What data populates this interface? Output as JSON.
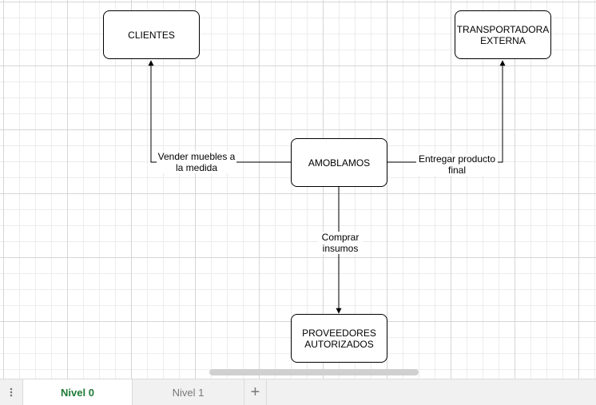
{
  "diagram": {
    "nodes": {
      "clientes": "CLIENTES",
      "transportadora": "TRANSPORTADORA\nEXTERNA",
      "amoblamos": "AMOBLAMOS",
      "proveedores": "PROVEEDORES\nAUTORIZADOS"
    },
    "edges": {
      "vender": "Vender muebles a\nla medida",
      "entregar": "Entregar producto\nfinal",
      "comprar": "Comprar\ninsumos"
    }
  },
  "tabs": [
    {
      "label": "Nivel 0",
      "active": true
    },
    {
      "label": "Nivel 1",
      "active": false
    }
  ],
  "add_page_label": "+",
  "colors": {
    "active_tab": "#1e7a36",
    "grid": "#d6d6d6"
  }
}
